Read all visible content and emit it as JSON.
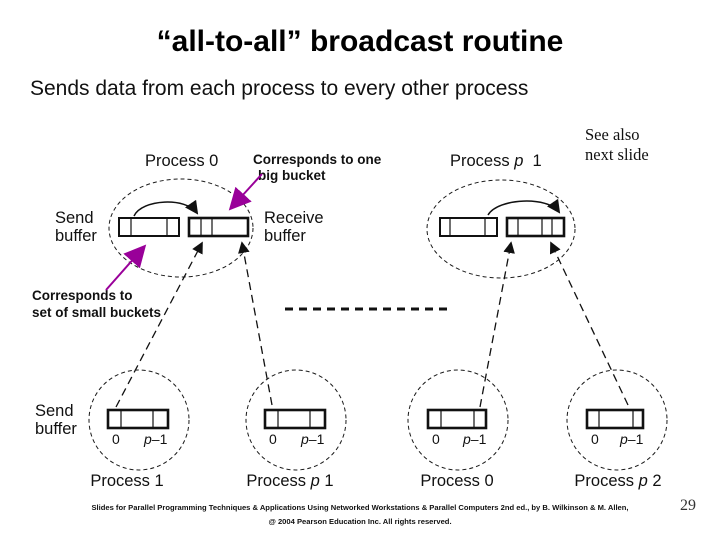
{
  "slide": {
    "title": "“all-to-all” broadcast routine",
    "subtitle": "Sends data from each process to every other process",
    "page_number": "29",
    "footer": {
      "line1": "Slides for Parallel Programming Techniques & Applications Using Networked Workstations & Parallel Computers 2nd ed., by B. Wilkinson & M. Allen,",
      "line2": "@ 2004 Pearson Education Inc. All rights reserved."
    }
  },
  "diagram": {
    "colors": {
      "annotation": "#990099",
      "note": "#cc2222",
      "ink": "#111111"
    },
    "note": {
      "line1": "See also",
      "line2": "next slide"
    },
    "annotations": {
      "big_bucket_line1": "Corresponds to one",
      "big_bucket_line2": "big bucket",
      "small_buckets_line1": "Corresponds to",
      "small_buckets_line2": "set of small buckets"
    },
    "top_left": {
      "process_label": "Process 0",
      "send_buffer_line1": "Send",
      "send_buffer_line2": "buffer",
      "receive_buffer_line1": "Receive",
      "receive_buffer_line2": "buffer"
    },
    "top_right": {
      "process_label_pre": "Process ",
      "process_label_var": "p",
      "process_label_post": "  1"
    },
    "bottom": {
      "send_buffer_line1": "Send",
      "send_buffer_line2": "buffer",
      "cell_first": "0",
      "cell_last_var": "p",
      "cell_last_post": "–1",
      "processes": [
        {
          "pre": "Process 1",
          "var": "",
          "post": ""
        },
        {
          "pre": "Process ",
          "var": "p",
          "post": " 1"
        },
        {
          "pre": "Process 0",
          "var": "",
          "post": ""
        },
        {
          "pre": "Process ",
          "var": "p",
          "post": " 2"
        }
      ]
    }
  }
}
